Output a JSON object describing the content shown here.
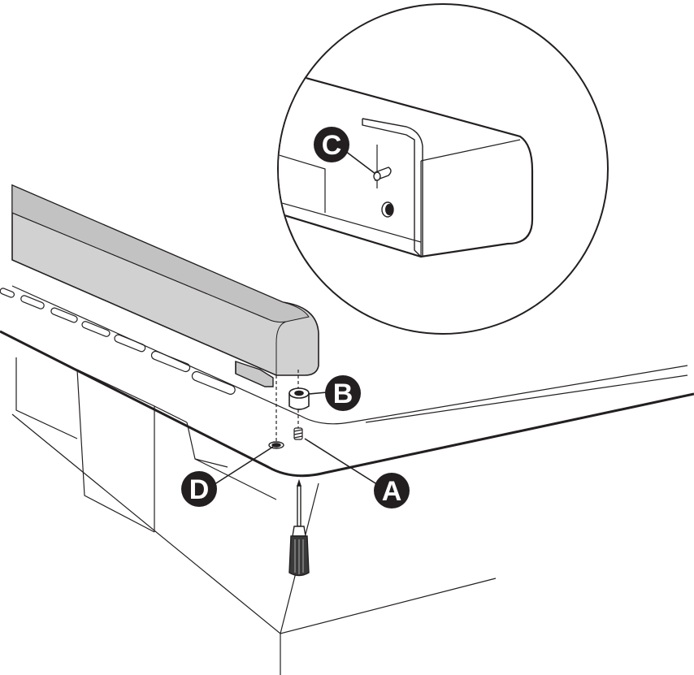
{
  "callouts": {
    "a": "A",
    "b": "B",
    "c": "C",
    "d": "D"
  },
  "colors": {
    "line": "#231f20",
    "soundbar_fill": "#d1d1d1",
    "soundbar_top": "#bdbdbd",
    "callout_fill": "#231f20",
    "callout_text": "#ffffff"
  }
}
